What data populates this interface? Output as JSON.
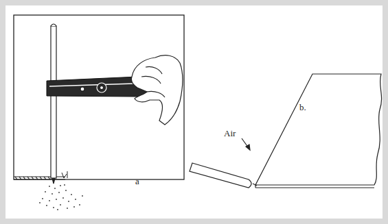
{
  "diagram": {
    "labels": [
      "b.",
      "Air",
      "a"
    ]
  }
}
